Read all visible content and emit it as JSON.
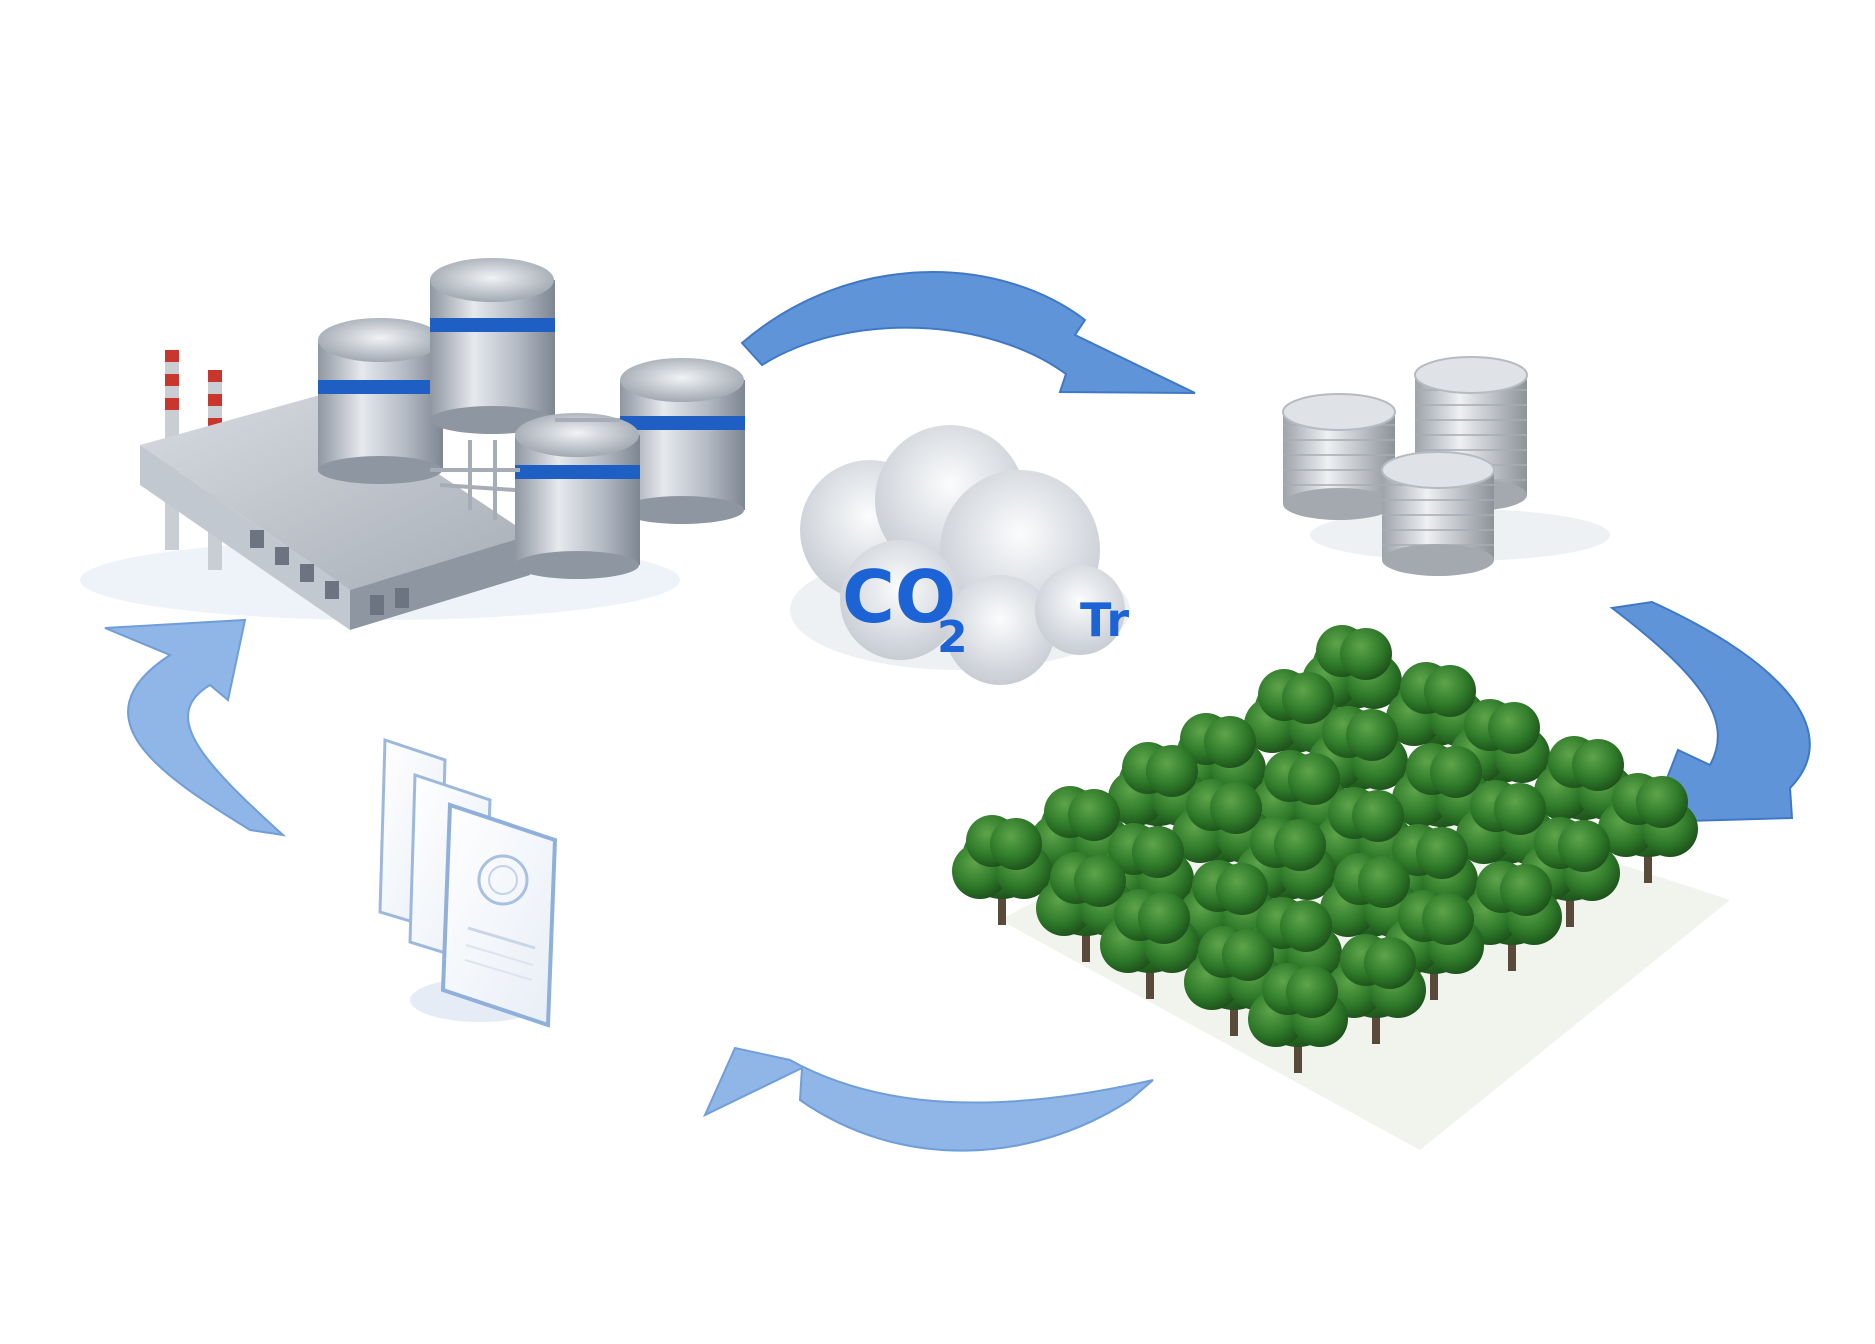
{
  "diagram": {
    "type": "cycle",
    "stages": [
      {
        "id": "factory",
        "icon": "factory-icon"
      },
      {
        "id": "emissions",
        "icon": "co2-cloud-icon"
      },
      {
        "id": "money",
        "icon": "coin-stacks-icon"
      },
      {
        "id": "forest",
        "icon": "forest-icon"
      },
      {
        "id": "certificates",
        "icon": "certificate-icon"
      }
    ],
    "cloud_label": {
      "main": "CO",
      "subscript": "2",
      "secondary": "Tr"
    }
  },
  "colors": {
    "arrow": "#5f95d8",
    "arrow_light": "#a9c9ef",
    "tank_band": "#1f5fc4",
    "tank_body": "#b9c0c9",
    "chimney_red": "#c8362d",
    "tree": "#2f7a2a",
    "coin": "#c9ccd1",
    "co2_blue": "#1c63d6"
  }
}
